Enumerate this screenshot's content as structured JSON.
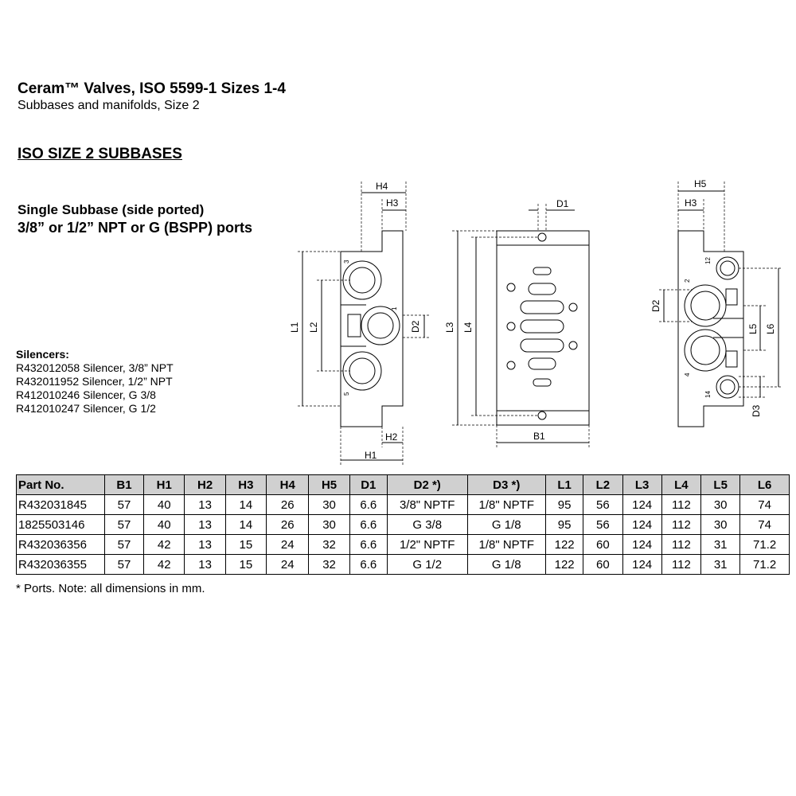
{
  "header": {
    "title": "Ceram™ Valves, ISO 5599-1 Sizes 1-4",
    "subtitle": "Subbases and manifolds, Size 2"
  },
  "section_title": "ISO SIZE 2 SUBBASES",
  "product": {
    "line1": "Single Subbase (side ported)",
    "line2": "3/8” or 1/2” NPT or G (BSPP) ports"
  },
  "silencers": {
    "heading": "Silencers:",
    "items": [
      "R432012058 Silencer, 3/8” NPT",
      "R432011952 Silencer, 1/2” NPT",
      "R412010246 Silencer, G 3/8",
      "R412010247 Silencer, G 1/2"
    ]
  },
  "drawing_labels": {
    "H4": "H4",
    "H3": "H3",
    "H2": "H2",
    "H1": "H1",
    "H5": "H5",
    "D1": "D1",
    "D2": "D2",
    "D3": "D3",
    "B1": "B1",
    "L1": "L1",
    "L2": "L2",
    "L3": "L3",
    "L4": "L4",
    "L5": "L5",
    "L6": "L6",
    "port1": "1",
    "port2": "2",
    "port3": "3",
    "port4": "4",
    "port5": "5",
    "port12": "12",
    "port14": "14"
  },
  "table": {
    "headers": [
      "Part No.",
      "B1",
      "H1",
      "H2",
      "H3",
      "H4",
      "H5",
      "D1",
      "D2 *)",
      "D3 *)",
      "L1",
      "L2",
      "L3",
      "L4",
      "L5",
      "L6"
    ],
    "rows": [
      [
        "R432031845",
        "57",
        "40",
        "13",
        "14",
        "26",
        "30",
        "6.6",
        "3/8\" NPTF",
        "1/8\" NPTF",
        "95",
        "56",
        "124",
        "112",
        "30",
        "74"
      ],
      [
        "1825503146",
        "57",
        "40",
        "13",
        "14",
        "26",
        "30",
        "6.6",
        "G 3/8",
        "G 1/8",
        "95",
        "56",
        "124",
        "112",
        "30",
        "74"
      ],
      [
        "R432036356",
        "57",
        "42",
        "13",
        "15",
        "24",
        "32",
        "6.6",
        "1/2\" NPTF",
        "1/8\" NPTF",
        "122",
        "60",
        "124",
        "112",
        "31",
        "71.2"
      ],
      [
        "R432036355",
        "57",
        "42",
        "13",
        "15",
        "24",
        "32",
        "6.6",
        "G 1/2",
        "G 1/8",
        "122",
        "60",
        "124",
        "112",
        "31",
        "71.2"
      ]
    ]
  },
  "footnote": "* Ports.   Note: all dimensions in mm."
}
